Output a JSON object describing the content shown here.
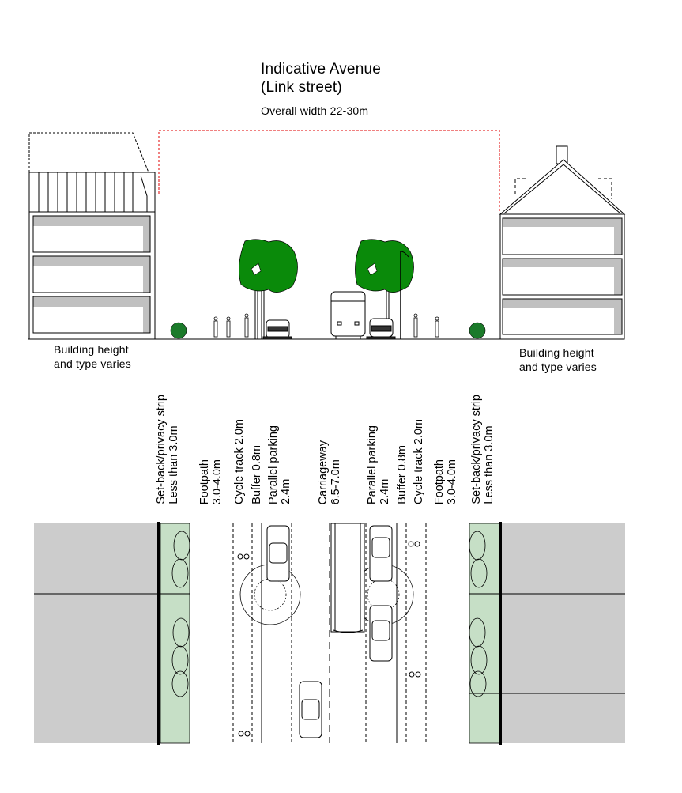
{
  "title": {
    "line1": "Indicative Avenue",
    "line2": "(Link street)"
  },
  "overall_width": "Overall width 22-30m",
  "building_note_left": {
    "line1": "Building height",
    "line2": "and type varies"
  },
  "building_note_right": {
    "line1": "Building height",
    "line2": "and type varies"
  },
  "zones": [
    {
      "name": "Set-back/privacy strip",
      "size": "Less than 3.0m"
    },
    {
      "name": "Footpath",
      "size": "3.0-4.0m"
    },
    {
      "name": "Cycle track 2.0m",
      "size": ""
    },
    {
      "name": "Buffer 0.8m",
      "size": ""
    },
    {
      "name": "Parallel parking",
      "size": "2.4m"
    },
    {
      "name": "Carriageway",
      "size": "6.5-7.0m"
    },
    {
      "name": "Parallel parking",
      "size": "2.4m"
    },
    {
      "name": "Buffer 0.8m",
      "size": ""
    },
    {
      "name": "Cycle track 2.0m",
      "size": ""
    },
    {
      "name": "Footpath",
      "size": "3.0-4.0m"
    },
    {
      "name": "Set-back/privacy strip",
      "size": "Less than 3.0m"
    }
  ],
  "colors": {
    "tree": "#0a8a0a",
    "setback": "#c6dfc6",
    "building": "#cccccc",
    "outline_red": "#e00000"
  }
}
